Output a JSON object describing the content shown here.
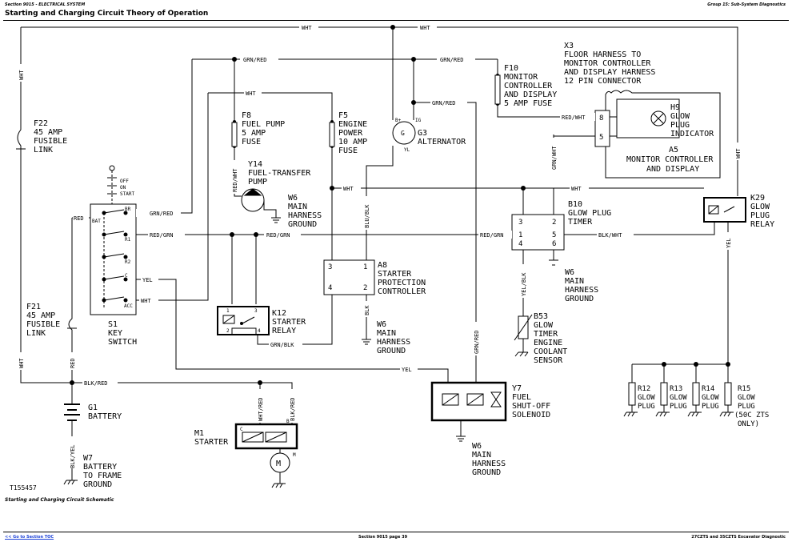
{
  "header": {
    "left": "Section 9015 - ELECTRICAL SYSTEM",
    "right": "Group 15: Sub-System Diagnostics"
  },
  "title": "Starting and Charging Circuit Theory of Operation",
  "figure_id": "T155457",
  "caption": "Starting and Charging Circuit Schematic",
  "footer": {
    "toc_link": "<< Go to Section TOC",
    "page": "Section 9015 page 39",
    "right": "27CZTS and 35CZTS Excavator Diagnostic"
  },
  "components": {
    "f22": [
      "F22",
      "45 AMP",
      "FUSIBLE",
      "LINK"
    ],
    "f21": [
      "F21",
      "45 AMP",
      "FUSIBLE",
      "LINK"
    ],
    "s1": [
      "S1",
      "KEY",
      "SWITCH"
    ],
    "s1_pos": [
      "OFF",
      "ON",
      "START"
    ],
    "s1_term": [
      "BAT",
      "BR",
      "R1",
      "R2",
      "C",
      "ACC"
    ],
    "g1": [
      "G1",
      "BATTERY"
    ],
    "w7": [
      "W7",
      "BATTERY",
      "TO FRAME",
      "GROUND"
    ],
    "m1": [
      "M1",
      "STARTER"
    ],
    "m1_term": [
      "C",
      "B",
      "M"
    ],
    "motor": "M",
    "f8": [
      "F8",
      "FUEL PUMP",
      "5 AMP",
      "FUSE"
    ],
    "y14": [
      "Y14",
      "FUEL-TRANSFER",
      "PUMP"
    ],
    "w6_a": [
      "W6",
      "MAIN",
      "HARNESS",
      "GROUND"
    ],
    "f5": [
      "F5",
      "ENGINE",
      "POWER",
      "10 AMP",
      "FUSE"
    ],
    "k12": [
      "K12",
      "STARTER",
      "RELAY"
    ],
    "k12_pins": [
      "1",
      "3",
      "2",
      "4"
    ],
    "a8": [
      "A8",
      "STARTER",
      "PROTECTION",
      "CONTROLLER"
    ],
    "a8_pins": [
      "3",
      "1",
      "4",
      "2"
    ],
    "w6_b": [
      "W6",
      "MAIN",
      "HARNESS",
      "GROUND"
    ],
    "g3": [
      "G3",
      "ALTERNATOR"
    ],
    "g3_term": [
      "B+",
      "IG",
      "G",
      "YL"
    ],
    "f10": [
      "F10",
      "MONITOR",
      "CONTROLLER",
      "AND DISPLAY",
      "5 AMP FUSE"
    ],
    "x3": [
      "X3",
      "FLOOR HARNESS TO",
      "MONITOR CONTROLLER",
      "AND DISPLAY HARNESS",
      "12 PIN CONNECTOR"
    ],
    "x3_pins": [
      "8",
      "5"
    ],
    "h9": [
      "H9",
      "GLOW",
      "PLUG",
      "INDICATOR"
    ],
    "a5": [
      "A5",
      "MONITOR CONTROLLER",
      "AND DISPLAY"
    ],
    "b10": [
      "B10",
      "GLOW PLUG",
      "TIMER"
    ],
    "b10_pins": [
      "3",
      "1",
      "4",
      "2",
      "5",
      "6"
    ],
    "w6_c": [
      "W6",
      "MAIN",
      "HARNESS",
      "GROUND"
    ],
    "b53": [
      "B53",
      "GLOW",
      "TIMER",
      "ENGINE",
      "COOLANT",
      "SENSOR"
    ],
    "k29": [
      "K29",
      "GLOW",
      "PLUG",
      "RELAY"
    ],
    "y7": [
      "Y7",
      "FUEL",
      "SHUT-OFF",
      "SOLENOID"
    ],
    "w6_d": [
      "W6",
      "MAIN",
      "HARNESS",
      "GROUND"
    ],
    "r12": [
      "R12",
      "GLOW",
      "PLUG"
    ],
    "r13": [
      "R13",
      "GLOW",
      "PLUG"
    ],
    "r14": [
      "R14",
      "GLOW",
      "PLUG"
    ],
    "r15": [
      "R15",
      "GLOW",
      "PLUG",
      "(50C ZTS",
      "ONLY)"
    ]
  },
  "wire_labels": {
    "wht": "WHT",
    "grn_red": "GRN/RED",
    "red_grn": "RED/GRN",
    "red": "RED",
    "yel": "YEL",
    "blk_red": "BLK/RED",
    "blk_yel": "BLK/YEL",
    "red_wht": "RED/WHT",
    "wht_red": "WHT/RED",
    "blu_blk": "BLU/BLK",
    "grn_blk": "GRN/BLK",
    "blk": "BLK",
    "grn_wht": "GRN/WHT",
    "yel_blk": "YEL/BLK",
    "blk_wht": "BLK/WHT"
  }
}
